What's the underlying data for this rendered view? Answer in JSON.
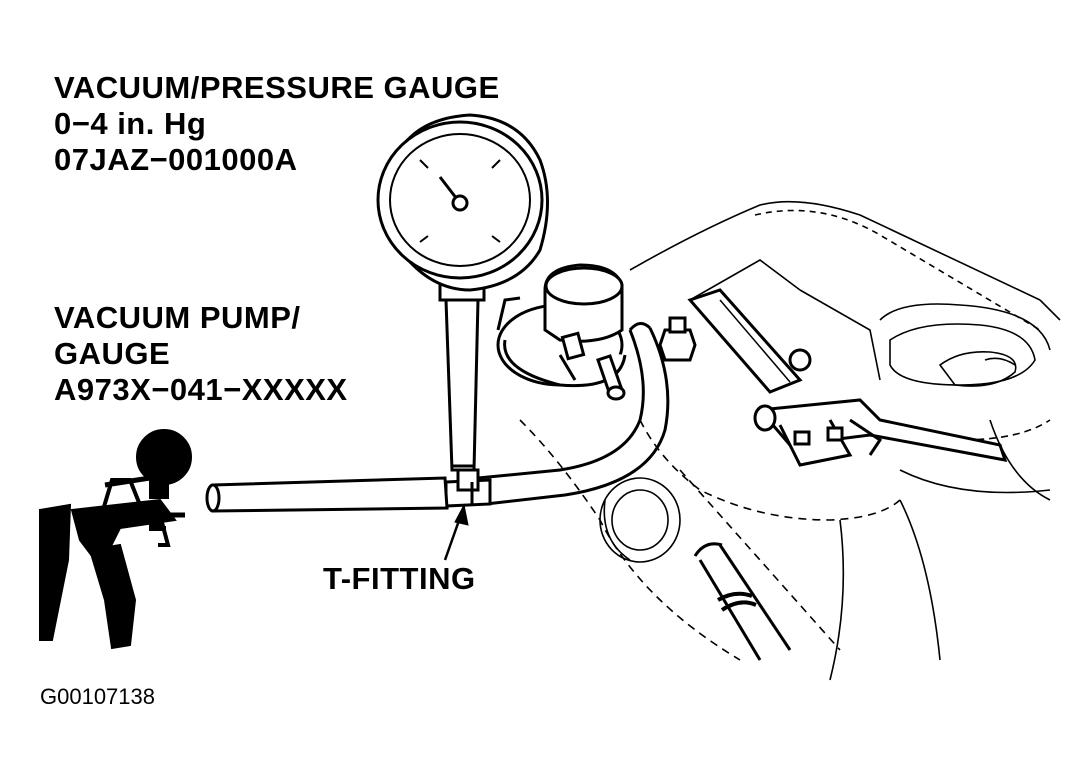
{
  "gauge_label": {
    "line1": "VACUUM/PRESSURE GAUGE",
    "line2": "0−4 in. Hg",
    "line3": "07JAZ−001000A"
  },
  "pump_label": {
    "line1": "VACUUM PUMP/",
    "line2": "GAUGE",
    "line3": "A973X−041−XXXXX"
  },
  "fitting_label": "T-FITTING",
  "figure_id": "G00107138",
  "colors": {
    "ink": "#000000",
    "paper": "#ffffff"
  }
}
